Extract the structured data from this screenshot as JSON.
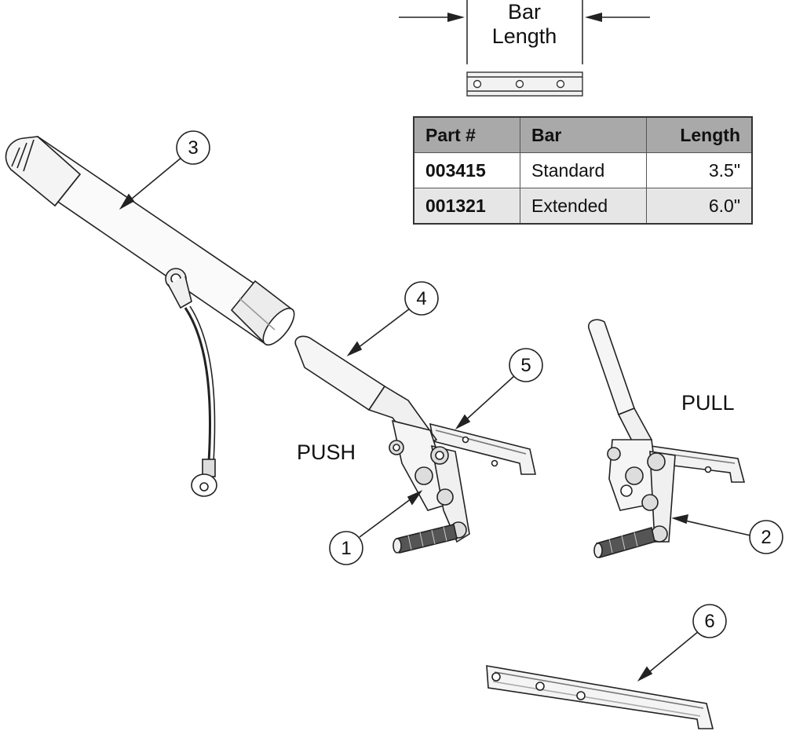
{
  "bar_length_label": [
    "Bar",
    "Length"
  ],
  "table": {
    "headers": [
      "Part #",
      "Bar",
      "Length"
    ],
    "rows": [
      {
        "part": "003415",
        "bar": "Standard",
        "length": "3.5\""
      },
      {
        "part": "001321",
        "bar": "Extended",
        "length": "6.0\""
      }
    ]
  },
  "labels": {
    "push": "PUSH",
    "pull": "PULL"
  },
  "callouts": [
    "1",
    "2",
    "3",
    "4",
    "5",
    "6"
  ]
}
